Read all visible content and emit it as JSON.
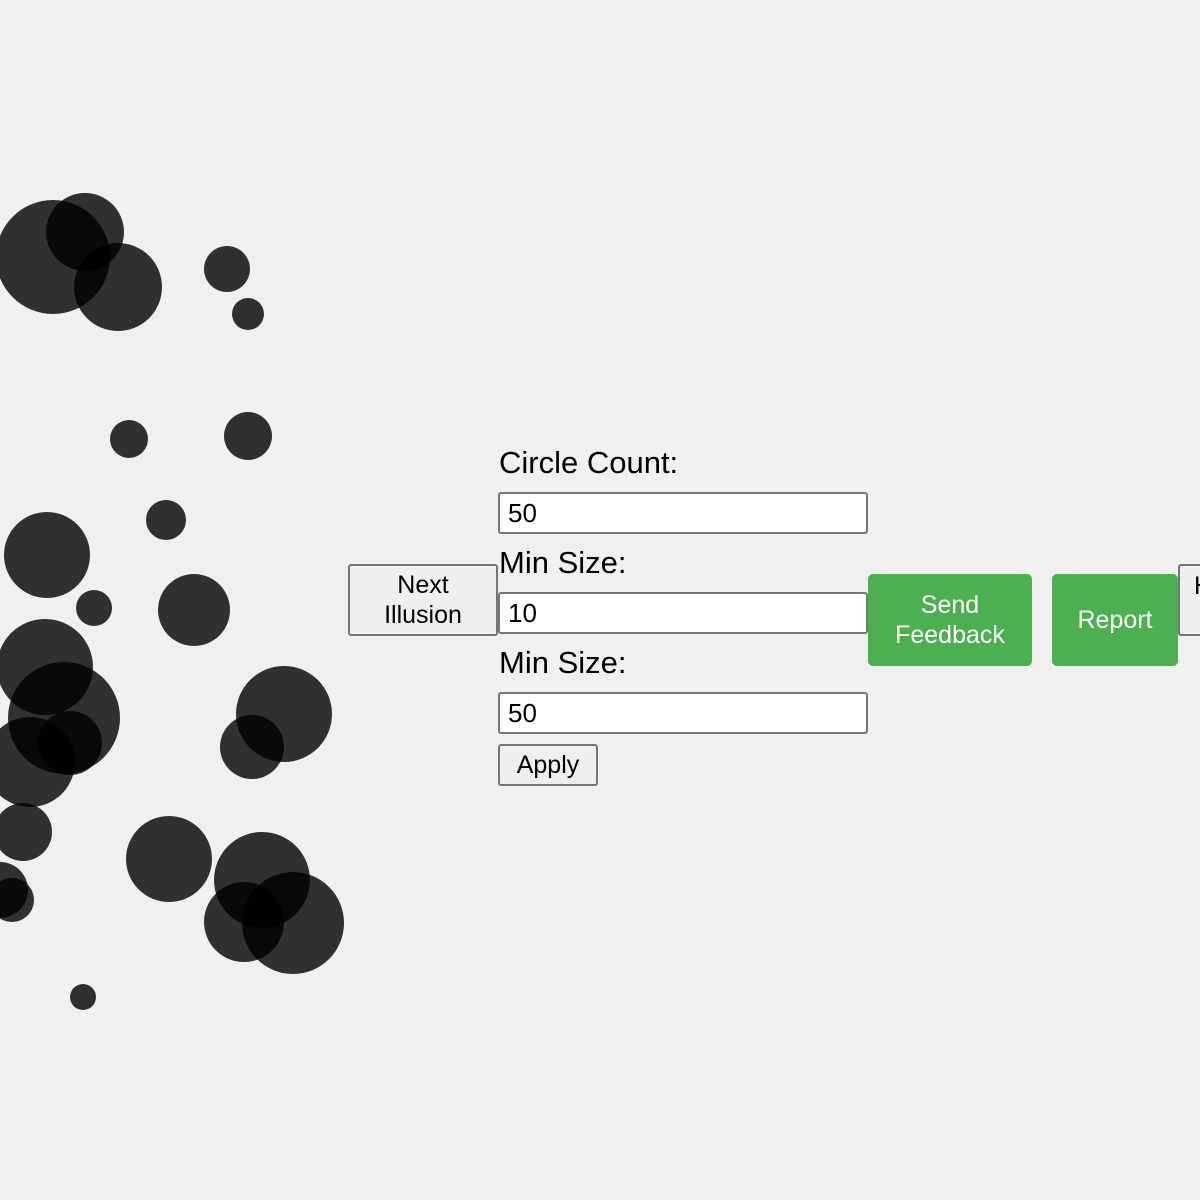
{
  "buttons": {
    "next_illusion": "Next Illusion",
    "send_feedback": "Send Feedback",
    "report": "Report",
    "apply": "Apply",
    "cut_off_partial": "H"
  },
  "controls": {
    "circle_count_label": "Circle Count:",
    "circle_count_value": "50",
    "min_size_label": "Min Size:",
    "min_size_value": "10",
    "max_size_label": "Min Size:",
    "max_size_value": "50"
  },
  "colors": {
    "accent_green": "#4caf50",
    "circle_fill": "#000000",
    "background": "#f0f0f0"
  }
}
